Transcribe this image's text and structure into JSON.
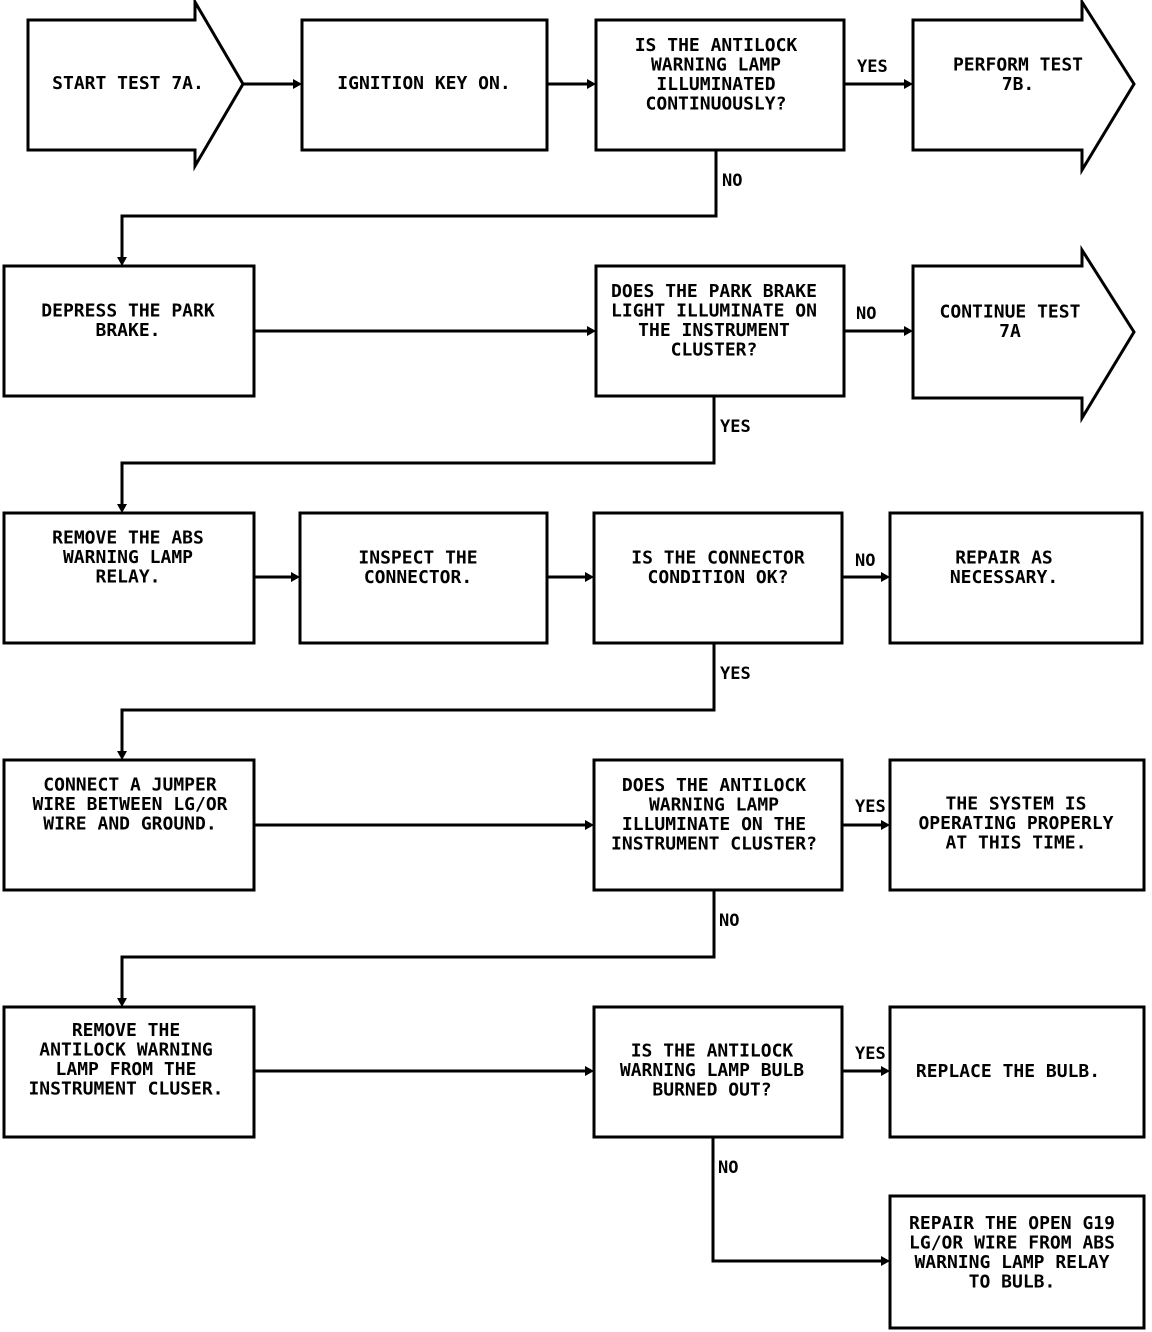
{
  "nodes": {
    "start_7a": [
      "START TEST 7A."
    ],
    "ignition": [
      "IGNITION KEY ON."
    ],
    "q_lamp_continuous": [
      "IS THE ANTILOCK",
      "WARNING LAMP",
      "ILLUMINATED",
      "CONTINUOUSLY?"
    ],
    "perform_7b": [
      "PERFORM TEST",
      "7B."
    ],
    "depress_park": [
      "DEPRESS THE PARK",
      "BRAKE."
    ],
    "q_park_light": [
      "DOES THE PARK BRAKE",
      "LIGHT ILLUMINATE ON",
      "THE INSTRUMENT",
      "CLUSTER?"
    ],
    "continue_7a": [
      "CONTINUE TEST",
      "7A"
    ],
    "remove_relay": [
      "REMOVE THE ABS",
      "WARNING LAMP",
      "RELAY."
    ],
    "inspect_connector": [
      "INSPECT THE",
      "CONNECTOR."
    ],
    "q_connector_ok": [
      "IS THE CONNECTOR",
      "CONDITION OK?"
    ],
    "repair_as_necessary": [
      "REPAIR AS",
      "NECESSARY."
    ],
    "connect_jumper": [
      "CONNECT A JUMPER",
      "WIRE BETWEEN LG/OR",
      "WIRE AND GROUND."
    ],
    "q_lamp_illuminate": [
      "DOES THE ANTILOCK",
      "WARNING LAMP",
      "ILLUMINATE ON THE",
      "INSTRUMENT CLUSTER?"
    ],
    "system_ok": [
      "THE SYSTEM IS",
      "OPERATING PROPERLY",
      "AT THIS TIME."
    ],
    "remove_lamp": [
      "REMOVE THE",
      "ANTILOCK WARNING",
      "LAMP FROM THE",
      "INSTRUMENT CLUSER."
    ],
    "q_bulb_burned": [
      "IS THE ANTILOCK",
      "WARNING LAMP BULB",
      "BURNED OUT?"
    ],
    "replace_bulb": [
      "REPLACE THE BULB."
    ],
    "repair_open": [
      "REPAIR THE OPEN G19",
      "LG/OR WIRE FROM ABS",
      "WARNING LAMP RELAY",
      "TO BULB."
    ]
  },
  "branch_labels": {
    "q_lamp_continuous_yes": "YES",
    "q_lamp_continuous_no": "NO",
    "q_park_light_no": "NO",
    "q_park_light_yes": "YES",
    "q_connector_ok_no": "NO",
    "q_connector_ok_yes": "YES",
    "q_lamp_illuminate_yes": "YES",
    "q_lamp_illuminate_no": "NO",
    "q_bulb_burned_yes": "YES",
    "q_bulb_burned_no": "NO"
  }
}
